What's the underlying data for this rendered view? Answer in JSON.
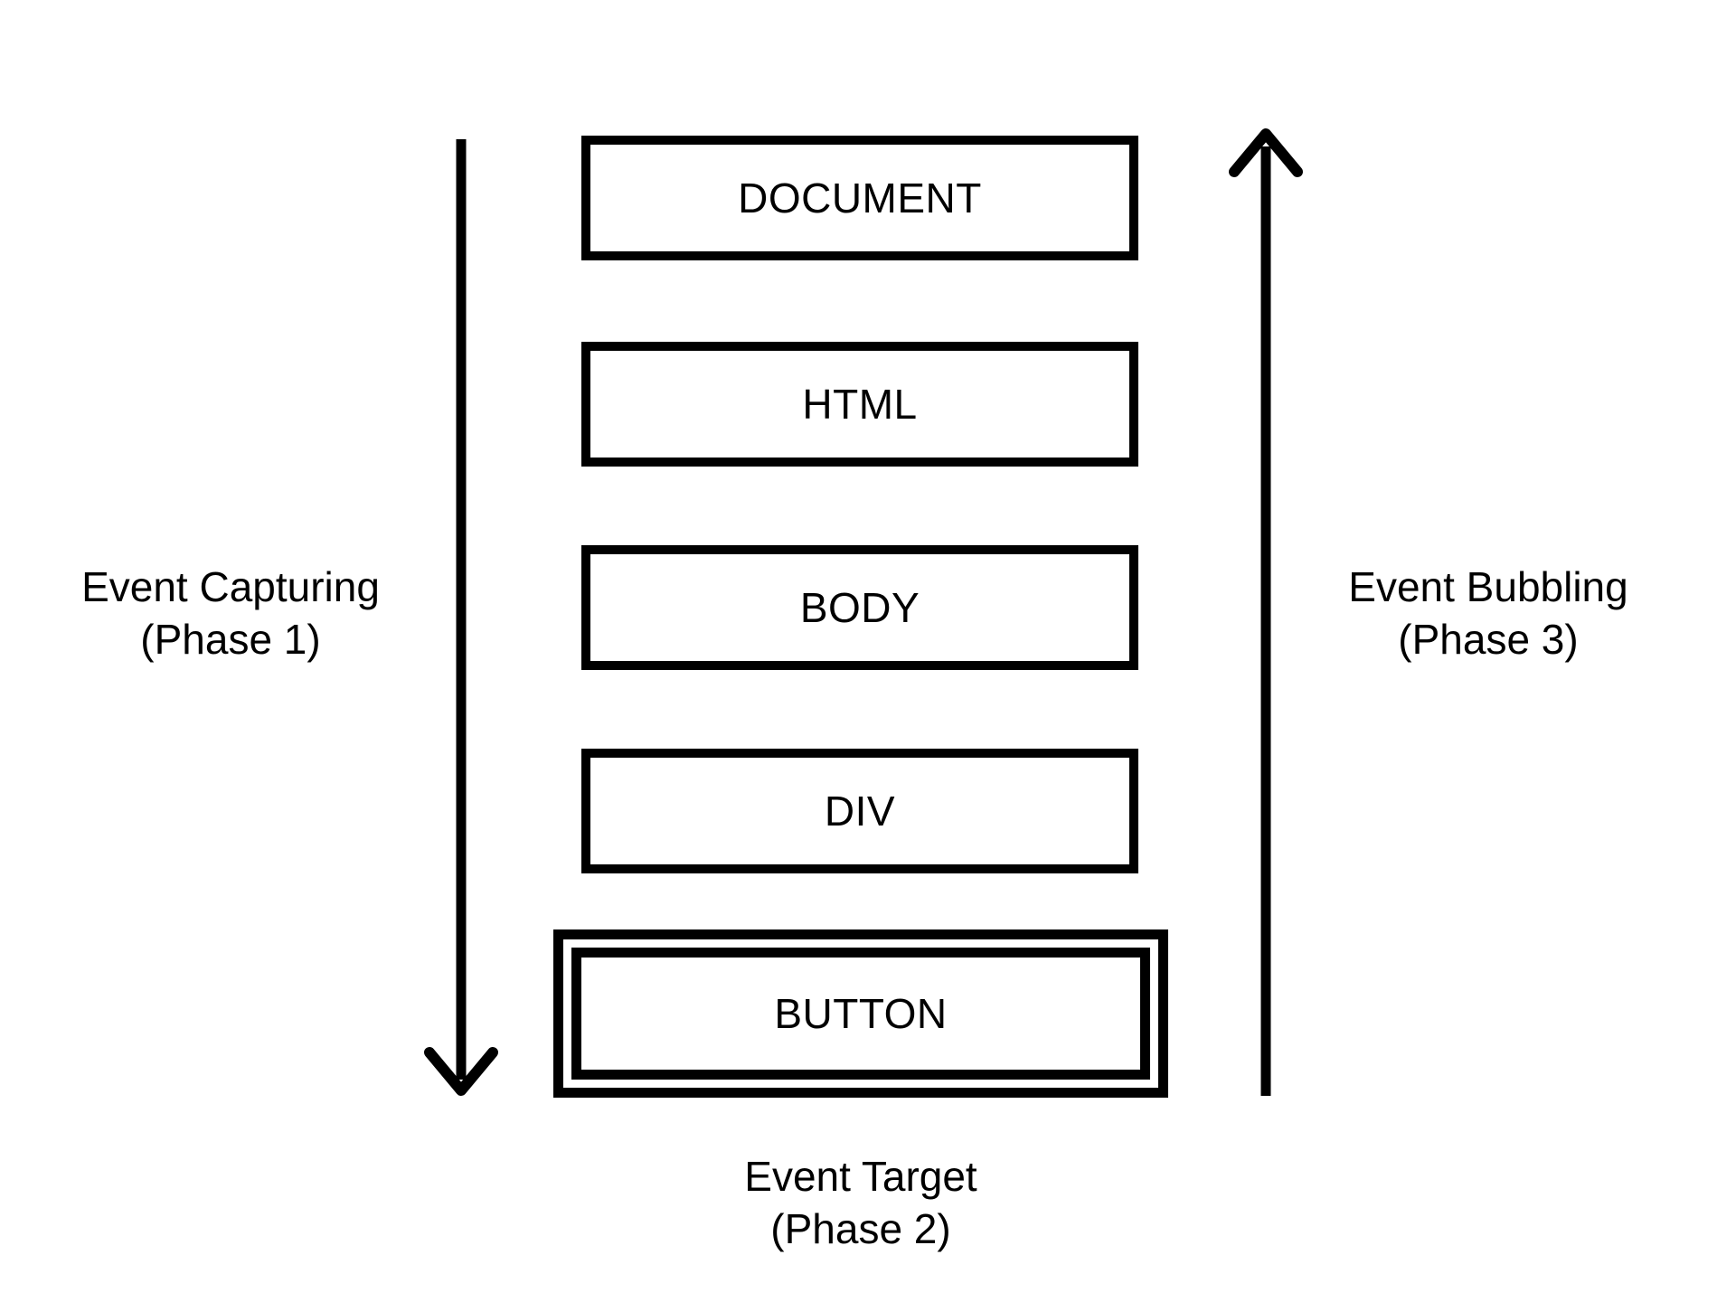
{
  "diagram": {
    "title_hidden": "",
    "boxes": [
      {
        "id": "document",
        "label": "DOCUMENT"
      },
      {
        "id": "html",
        "label": "HTML"
      },
      {
        "id": "body",
        "label": "BODY"
      },
      {
        "id": "div",
        "label": "DIV"
      },
      {
        "id": "button",
        "label": "BUTTON",
        "is_event_target": true
      }
    ],
    "capturing_label": {
      "line1": "Event Capturing",
      "line2": "(Phase 1)"
    },
    "bubbling_label": {
      "line1": "Event Bubbling",
      "line2": "(Phase 3)"
    },
    "target_label": {
      "line1": "Event Target",
      "line2": "(Phase 2)"
    },
    "arrows": [
      {
        "name": "capturing-arrow",
        "direction": "down"
      },
      {
        "name": "bubbling-arrow",
        "direction": "up"
      }
    ]
  },
  "colors": {
    "ink": "#000000",
    "background": "#ffffff"
  }
}
